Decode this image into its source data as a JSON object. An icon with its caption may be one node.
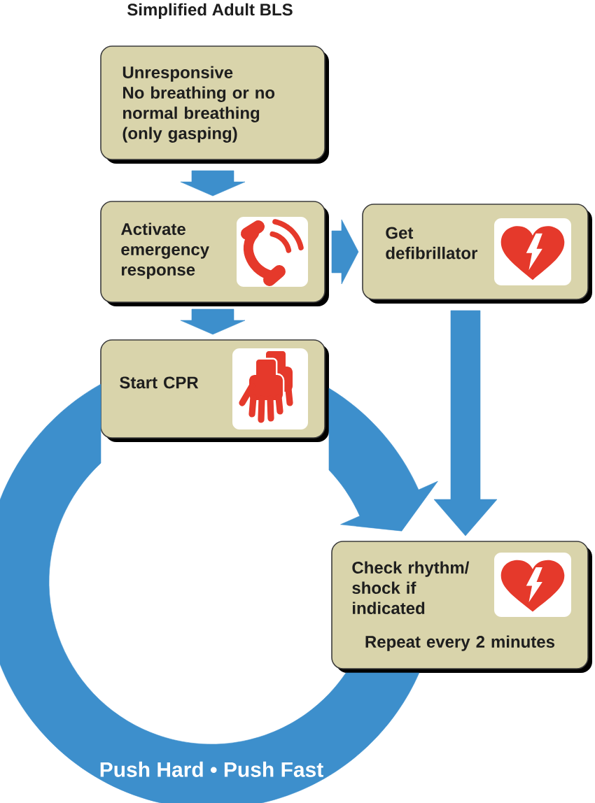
{
  "diagram": {
    "title": "Simplified Adult BLS",
    "nodes": [
      {
        "text": [
          "Unresponsive",
          "No breathing or no normal breathing (only gasping)"
        ]
      },
      {
        "text": [
          "Activate emergency response"
        ]
      },
      {
        "text": [
          "Get defibrillator"
        ]
      },
      {
        "text": [
          "Start CPR"
        ]
      },
      {
        "text": [
          "Check rhythm/ shock if indicated",
          "Repeat every 2 minutes"
        ]
      }
    ],
    "edges": [
      {
        "from": 0,
        "to": 1,
        "arrow": "to"
      },
      {
        "from": 1,
        "to": 2,
        "arrow": "to"
      },
      {
        "from": 1,
        "to": 3,
        "arrow": "to"
      },
      {
        "from": 2,
        "to": 4,
        "arrow": "to"
      },
      {
        "from": 3,
        "to": 4,
        "arrow": "to"
      },
      {
        "from": 4,
        "to": 3,
        "arrow": "none"
      }
    ],
    "labels": [
      "Push Hard • Push Fast"
    ]
  }
}
